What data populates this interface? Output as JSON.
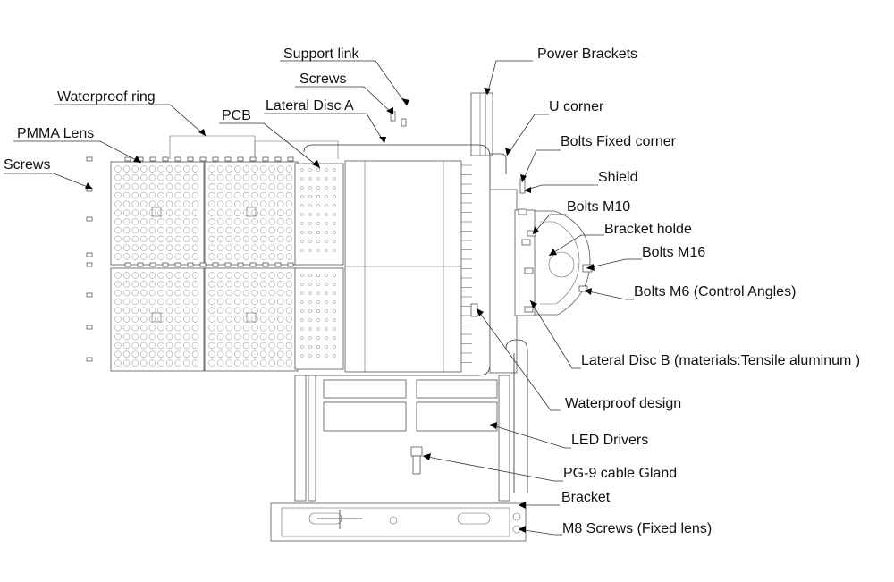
{
  "labels": {
    "support_link": "Support link",
    "screws_top": "Screws",
    "power_brackets": "Power Brackets",
    "waterproof_ring": "Waterproof ring",
    "lateral_disc_a": "Lateral Disc A",
    "pcb": "PCB",
    "u_corner": "U corner",
    "pmma_lens": "PMMA Lens",
    "bolts_fixed_corner": "Bolts Fixed corner",
    "screws_left": "Screws",
    "shield": "Shield",
    "bolts_m10": "Bolts M10",
    "bracket_holde": "Bracket holde",
    "bolts_m16": "Bolts M16",
    "bolts_m6": "Bolts M6 (Control  Angles)",
    "lateral_disc_b": "Lateral Disc B (materials:Tensile aluminum )",
    "waterproof_design": "Waterproof design",
    "led_drivers": "LED Drivers",
    "pg9_cable_gland": "PG-9 cable Gland",
    "bracket": "Bracket",
    "m8_screws": "M8 Screws (Fixed lens)"
  }
}
